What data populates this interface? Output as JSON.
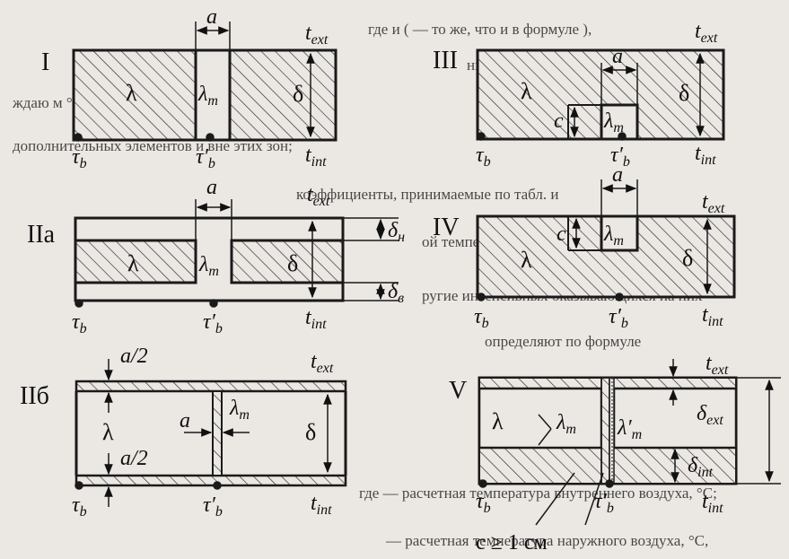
{
  "bleed_text": [
    "где  и  (  — то же, что и в формуле  ),",
    "ние теп",
    "ждаю  м °C/Вт,",
    "дополнительных элементов и вне этих зон;",
    "коэффициенты, принимаемые по табл. и",
    "ой температуре (",
    "ругие интенсивных оказывающихся на них",
    "определяют по формуле",
    "где  — расчетная температура внутреннего воздуха, °C;",
    "— расчетная температура наружного воздуха, °C,"
  ],
  "panels": {
    "p1": {
      "roman": "I",
      "lambda": "λ",
      "lambda_m": "λ",
      "m": "m",
      "a": "a",
      "delta": "δ",
      "t_ext": "t",
      "t_ext_sub": "ext",
      "t_int": "t",
      "t_int_sub": "int",
      "tau_b": "τ",
      "tau_b_sub": "b",
      "tau_b2": "τ′",
      "tau_b2_sub": "b"
    },
    "p3": {
      "roman": "III",
      "lambda": "λ",
      "lambda_m": "λ",
      "m": "m",
      "a": "a",
      "c": "c",
      "delta": "δ",
      "t_ext": "t",
      "t_ext_sub": "ext",
      "t_int": "t",
      "t_int_sub": "int",
      "tau_b": "τ",
      "tau_b_sub": "b",
      "tau_b2": "τ′",
      "tau_b2_sub": "b"
    },
    "p2a": {
      "roman": "IIa",
      "lambda": "λ",
      "lambda_m": "λ",
      "m": "m",
      "a": "a",
      "delta": "δ",
      "delta_n": "δ",
      "delta_n_sub": "н",
      "delta_v": "δ",
      "delta_v_sub": "в",
      "t_ext": "t",
      "t_ext_sub": "ext",
      "t_int": "t",
      "t_int_sub": "int",
      "tau_b": "τ",
      "tau_b_sub": "b",
      "tau_b2": "τ′",
      "tau_b2_sub": "b"
    },
    "p4": {
      "roman": "IV",
      "lambda": "λ",
      "lambda_m": "λ",
      "m": "m",
      "a": "a",
      "c": "c",
      "delta": "δ",
      "t_ext": "t",
      "t_ext_sub": "ext",
      "t_int": "t",
      "t_int_sub": "int",
      "tau_b": "τ",
      "tau_b_sub": "b",
      "tau_b2": "τ′",
      "tau_b2_sub": "b"
    },
    "p2b": {
      "roman": "IIб",
      "lambda": "λ",
      "lambda_m": "λ",
      "m": "m",
      "a": "a",
      "a_half_top": "a/2",
      "a_half_bottom": "a/2",
      "delta": "δ",
      "t_ext": "t",
      "t_ext_sub": "ext",
      "t_int": "t",
      "t_int_sub": "int",
      "tau_b": "τ",
      "tau_b_sub": "b",
      "tau_b2": "τ′",
      "tau_b2_sub": "b"
    },
    "p5": {
      "roman": "V",
      "lambda": "λ",
      "lambda_m": "λ",
      "m": "m",
      "lambda_m2": "λ′",
      "m2": "m",
      "delta_ext": "δ",
      "delta_ext_sub": "ext",
      "delta_int": "δ",
      "delta_int_sub": "int",
      "t_ext": "t",
      "t_ext_sub": "ext",
      "t_int": "t",
      "t_int_sub": "int",
      "tau_b": "τ",
      "tau_b_sub": "b",
      "tau_b2": "τ′",
      "tau_b2_sub": "b",
      "caption": "c ≥ 1 см"
    }
  },
  "colors": {
    "paper": "#ebe7e3",
    "ink": "#1a1a1a",
    "hatch": "#2a2a2a",
    "bleed": "#c9c4bf"
  }
}
